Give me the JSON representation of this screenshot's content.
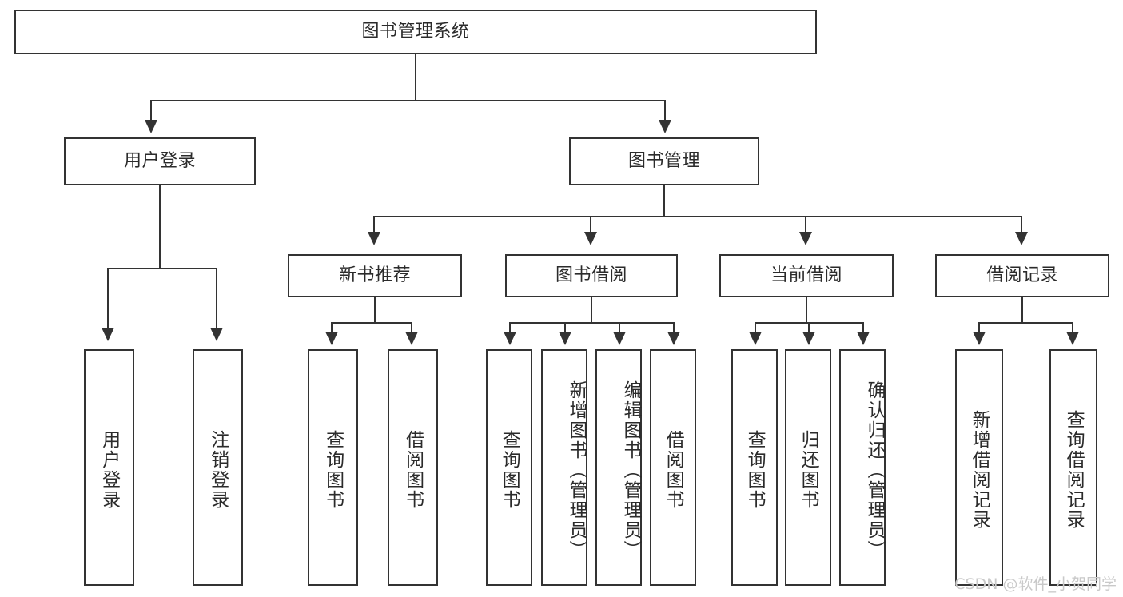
{
  "diagram": {
    "title": "图书管理系统",
    "type": "tree-hierarchy-chart",
    "watermark": "CSDN @软件_小贺同学",
    "colors": {
      "box_border": "#333333",
      "box_fill": "#ffffff",
      "connector": "#333333",
      "text": "#2b2b2b",
      "watermark": "#c9c9c9",
      "page_background": "#ffffff"
    },
    "levels": {
      "root": {
        "label": "图书管理系统"
      },
      "level2": [
        {
          "id": "user-login",
          "label": "用户登录"
        },
        {
          "id": "book-manage",
          "label": "图书管理"
        }
      ],
      "level3": [
        {
          "id": "new-book-recommend",
          "label": "新书推荐"
        },
        {
          "id": "book-borrow",
          "label": "图书借阅"
        },
        {
          "id": "current-borrow",
          "label": "当前借阅"
        },
        {
          "id": "borrow-record",
          "label": "借阅记录"
        }
      ],
      "leaves": {
        "user_login": [
          {
            "id": "leaf-user-login",
            "label": "用户登录"
          },
          {
            "id": "leaf-user-logout",
            "label": "注销登录"
          }
        ],
        "new_book_recommend": [
          {
            "id": "leaf-query-book-1",
            "label": "查询图书"
          },
          {
            "id": "leaf-borrow-book-1",
            "label": "借阅图书"
          }
        ],
        "book_borrow": [
          {
            "id": "leaf-query-book-2",
            "label": "查询图书"
          },
          {
            "id": "leaf-add-book",
            "label": "新增图书（管理员）"
          },
          {
            "id": "leaf-edit-book",
            "label": "编辑图书（管理员）"
          },
          {
            "id": "leaf-borrow-book-2",
            "label": "借阅图书"
          }
        ],
        "current_borrow": [
          {
            "id": "leaf-query-book-3",
            "label": "查询图书"
          },
          {
            "id": "leaf-return-book",
            "label": "归还图书"
          },
          {
            "id": "leaf-confirm-return",
            "label": "确认归还（管理员）"
          }
        ],
        "borrow_record": [
          {
            "id": "leaf-add-record",
            "label": "新增借阅记录"
          },
          {
            "id": "leaf-query-record",
            "label": "查询借阅记录"
          }
        ]
      }
    }
  }
}
